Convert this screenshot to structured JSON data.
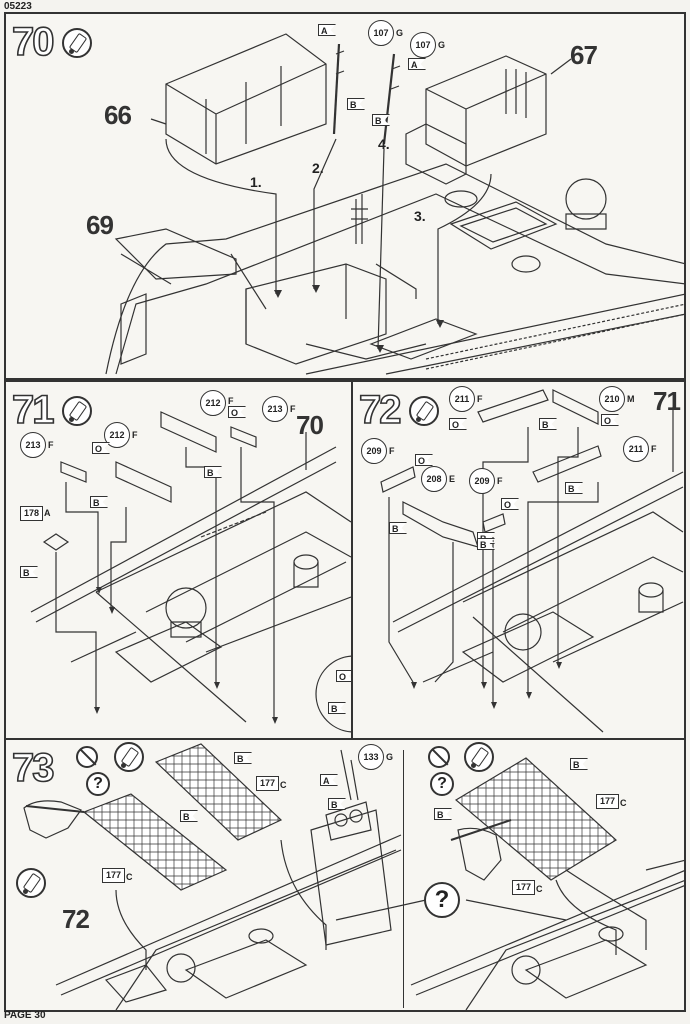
{
  "header": {
    "doc_code": "05223"
  },
  "footer": {
    "page": "PAGE 30"
  },
  "steps": {
    "s70": {
      "number": "70",
      "callouts": [
        "66",
        "67",
        "69"
      ],
      "sequence": [
        "1.",
        "2.",
        "3.",
        "4."
      ],
      "parts": [
        {
          "num": "107",
          "sprue": "G"
        },
        {
          "num": "107",
          "sprue": "G"
        }
      ],
      "flags": [
        "A",
        "B",
        "A",
        "B"
      ]
    },
    "s71": {
      "number": "71",
      "callouts": [
        "70"
      ],
      "parts": [
        {
          "num": "212",
          "sprue": "F"
        },
        {
          "num": "213",
          "sprue": "F"
        },
        {
          "num": "213",
          "sprue": "F"
        },
        {
          "num": "212",
          "sprue": "F"
        }
      ],
      "box_parts": [
        {
          "num": "178",
          "sprue": "A"
        }
      ],
      "flags": [
        "O",
        "B",
        "O",
        "B",
        "B",
        "O",
        "B"
      ]
    },
    "s72": {
      "number": "72",
      "callouts": [
        "71"
      ],
      "parts": [
        {
          "num": "211",
          "sprue": "F"
        },
        {
          "num": "210",
          "sprue": "M"
        },
        {
          "num": "211",
          "sprue": "F"
        },
        {
          "num": "209",
          "sprue": "F"
        },
        {
          "num": "208",
          "sprue": "E"
        },
        {
          "num": "209",
          "sprue": "F"
        }
      ],
      "flags": [
        "O",
        "B",
        "B",
        "O",
        "B",
        "O",
        "B",
        "O",
        "B"
      ]
    },
    "s73": {
      "number": "73",
      "callouts": [
        "72"
      ],
      "parts": [
        {
          "num": "133",
          "sprue": "G"
        }
      ],
      "box_parts": [
        {
          "num": "177",
          "sprue": "C"
        },
        {
          "num": "177",
          "sprue": "C"
        },
        {
          "num": "177",
          "sprue": "C"
        },
        {
          "num": "177",
          "sprue": "C"
        }
      ],
      "flags": [
        "B",
        "B",
        "A",
        "B",
        "B",
        "B"
      ],
      "question": "?"
    }
  }
}
